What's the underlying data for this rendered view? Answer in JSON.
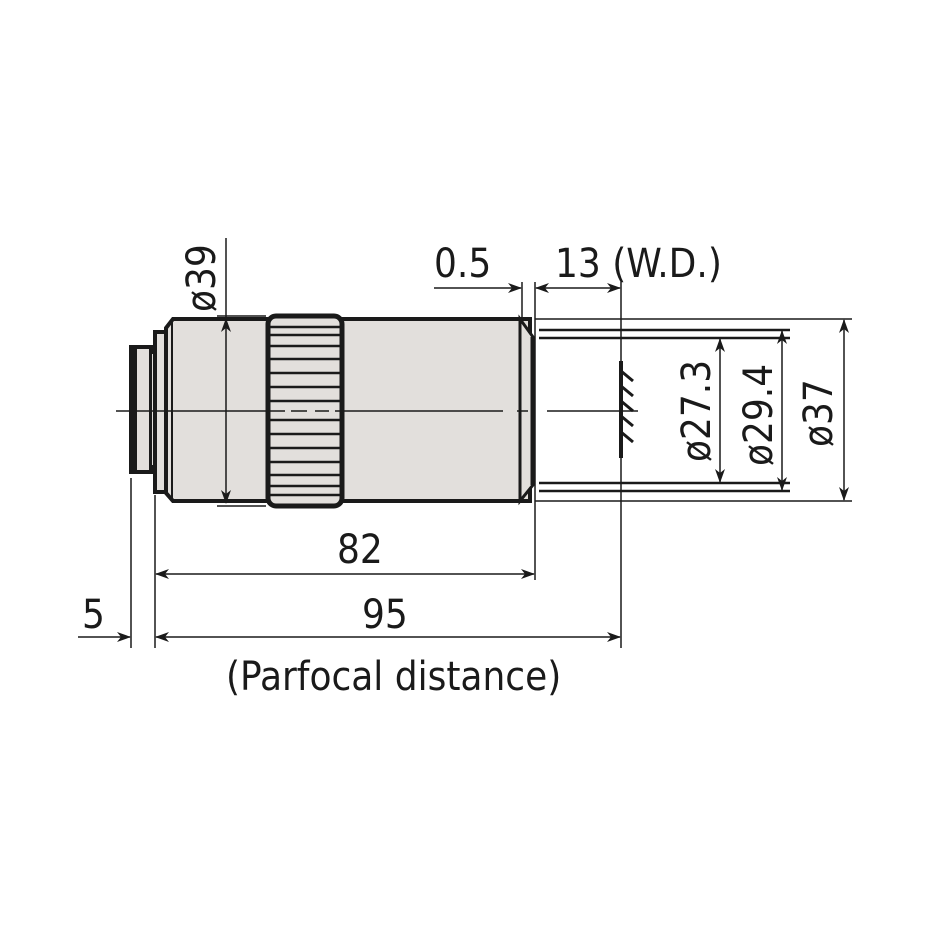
{
  "diagram": {
    "subject": "Microscope objective lens dimensional drawing",
    "fill_color": "#e2dfdc",
    "line_color": "#1a1a1a",
    "dimensions": {
      "outer_diameter": "ø39",
      "front_gap": "0.5",
      "working_distance": "13 (W.D.)",
      "dia_inner": "ø27.3",
      "dia_mid": "ø29.4",
      "dia_outer": "ø37",
      "body_length": "82",
      "parfocal_length": "95",
      "thread_length": "5",
      "parfocal_caption": "(Parfocal distance)"
    }
  }
}
